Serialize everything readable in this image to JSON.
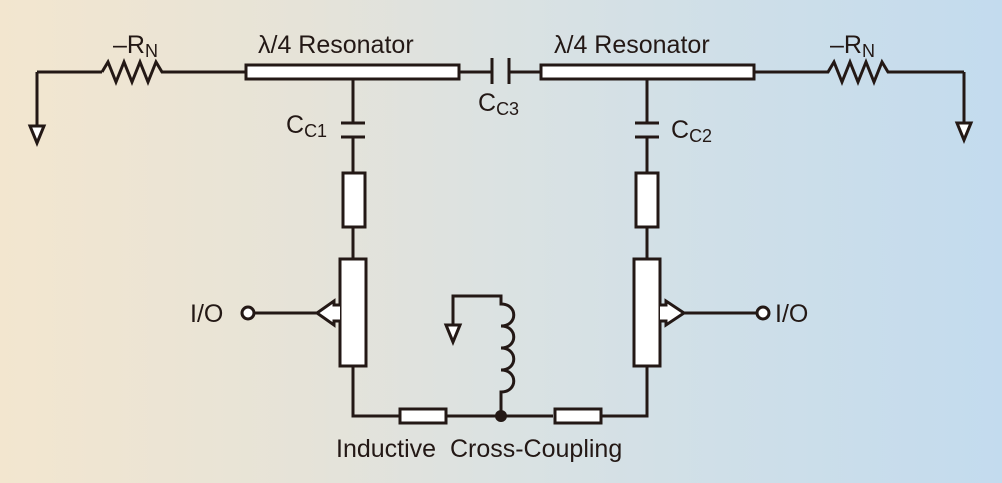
{
  "diagram": {
    "title": "Dual λ/4 resonator circuit with inductive cross-coupling",
    "colors": {
      "line": "#231815",
      "fill": "#ffffff",
      "bg_left": "#f3e6cf",
      "bg_right": "#c3dbee"
    },
    "labels": {
      "rn_left": {
        "main": "–R",
        "sub": "N"
      },
      "rn_right": {
        "main": "–R",
        "sub": "N"
      },
      "resonator_left": "λ/4 Resonator",
      "resonator_right": "λ/4 Resonator",
      "cc1": {
        "main": "C",
        "sub": "C1"
      },
      "cc2": {
        "main": "C",
        "sub": "C2"
      },
      "cc3": {
        "main": "C",
        "sub": "C3"
      },
      "io_left": "I/O",
      "io_right": "I/O",
      "coupling": "Inductive  Cross-Coupling"
    },
    "components": [
      "negative-resistor-left",
      "negative-resistor-right",
      "resonator-left",
      "resonator-right",
      "capacitor-cc1",
      "capacitor-cc2",
      "capacitor-cc3",
      "resistor-left",
      "resistor-right",
      "tapped-line-left",
      "tapped-line-right",
      "inductor",
      "coupling-resistor-left",
      "coupling-resistor-right",
      "ground-left",
      "ground-right",
      "ground-inductor"
    ]
  }
}
